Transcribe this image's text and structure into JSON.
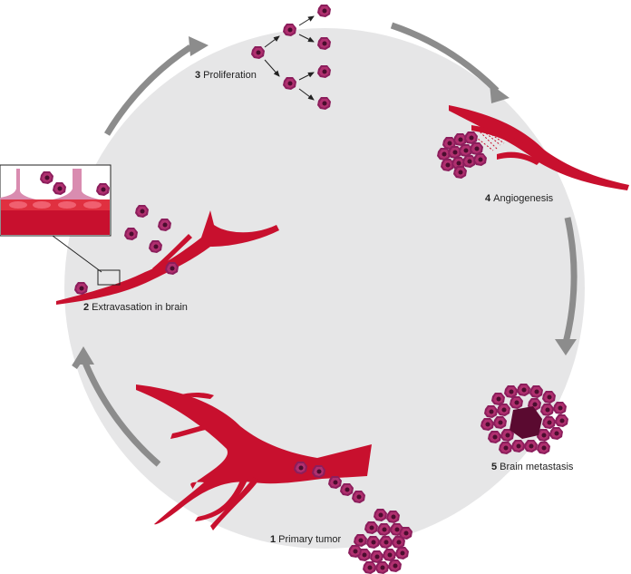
{
  "colors": {
    "background_circle": "#e6e6e7",
    "cycle_arrow": "#8c8c8c",
    "vessel": "#c8102e",
    "vessel_dark": "#a50d22",
    "cell_outer": "#8c1e5c",
    "cell_inner": "#b0306f",
    "nucleus": "#4a0d2e",
    "inset_pink": "#d98cb0",
    "arrow_black": "#222222"
  },
  "stages": [
    {
      "number": "1",
      "label": "Primary tumor"
    },
    {
      "number": "2",
      "label": "Extravasation in brain"
    },
    {
      "number": "3",
      "label": "Proliferation"
    },
    {
      "number": "4",
      "label": "Angiogenesis"
    },
    {
      "number": "5",
      "label": "Brain metastasis"
    }
  ]
}
